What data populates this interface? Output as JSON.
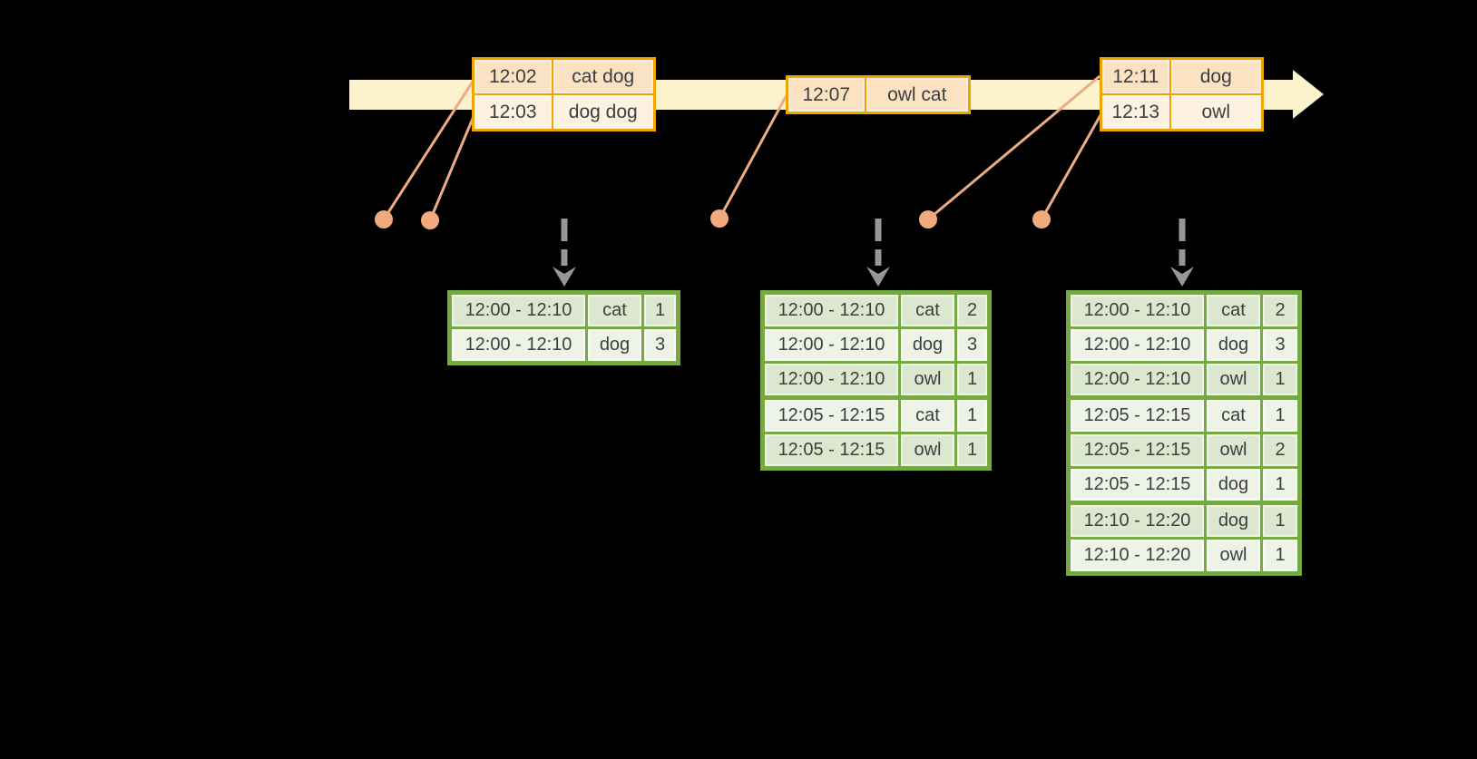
{
  "colors": {
    "background": "#000000",
    "timeline_fill": "#fcf2cd",
    "event_table_border": "#f0a402",
    "event_row_dark": "#fae2c3",
    "event_row_light": "#fdf2e2",
    "result_table_border": "#76a843",
    "result_row_dark": "#dce7cf",
    "result_row_light": "#eef3e8",
    "connector_line": "#edac81",
    "event_dot": "#f1aa7d",
    "trigger_arrow": "#969696",
    "text": "#3e3e3e"
  },
  "input_events": [
    {
      "rows": [
        {
          "time": "12:02",
          "words": "cat dog"
        },
        {
          "time": "12:03",
          "words": "dog dog"
        }
      ]
    },
    {
      "rows": [
        {
          "time": "12:07",
          "words": "owl cat"
        }
      ]
    },
    {
      "rows": [
        {
          "time": "12:11",
          "words": "dog"
        },
        {
          "time": "12:13",
          "words": "owl"
        }
      ]
    }
  ],
  "result_tables": [
    {
      "rows": [
        {
          "window": "12:00 - 12:10",
          "word": "cat",
          "count": "1"
        },
        {
          "window": "12:00 - 12:10",
          "word": "dog",
          "count": "3"
        }
      ]
    },
    {
      "rows": [
        {
          "window": "12:00 - 12:10",
          "word": "cat",
          "count": "2"
        },
        {
          "window": "12:00 - 12:10",
          "word": "dog",
          "count": "3"
        },
        {
          "window": "12:00 - 12:10",
          "word": "owl",
          "count": "1"
        },
        {
          "window": "12:05 - 12:15",
          "word": "cat",
          "count": "1",
          "new_window": true
        },
        {
          "window": "12:05 - 12:15",
          "word": "owl",
          "count": "1"
        }
      ]
    },
    {
      "rows": [
        {
          "window": "12:00 - 12:10",
          "word": "cat",
          "count": "2"
        },
        {
          "window": "12:00 - 12:10",
          "word": "dog",
          "count": "3"
        },
        {
          "window": "12:00 - 12:10",
          "word": "owl",
          "count": "1"
        },
        {
          "window": "12:05 - 12:15",
          "word": "cat",
          "count": "1",
          "new_window": true
        },
        {
          "window": "12:05 - 12:15",
          "word": "owl",
          "count": "2"
        },
        {
          "window": "12:05 - 12:15",
          "word": "dog",
          "count": "1"
        },
        {
          "window": "12:10 - 12:20",
          "word": "dog",
          "count": "1",
          "new_window": true
        },
        {
          "window": "12:10 - 12:20",
          "word": "owl",
          "count": "1"
        }
      ]
    }
  ]
}
